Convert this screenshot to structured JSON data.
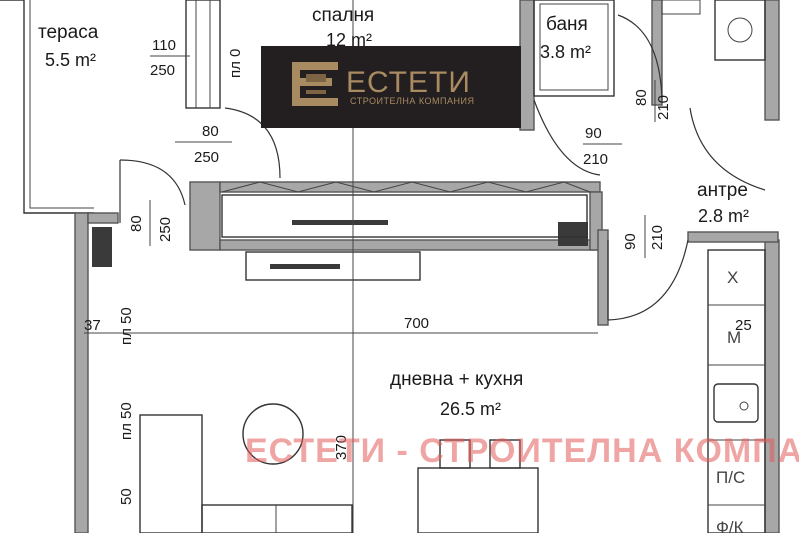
{
  "rooms": {
    "terrace": {
      "name": "тераса",
      "area": "5.5 m²"
    },
    "bedroom": {
      "name": "спалня",
      "area": "12 m²"
    },
    "bathroom": {
      "name": "баня",
      "area": "3.8 m²"
    },
    "hall": {
      "name": "антре",
      "area": "2.8 m²"
    },
    "living": {
      "name": "дневна + кухня",
      "area": "26.5 m²"
    }
  },
  "dimensions": {
    "terrace_door_w": "110",
    "terrace_door_h": "250",
    "terrace_door_sill": "пл 0",
    "bedroom_door_w": "80",
    "bedroom_door_h": "250",
    "left_window_w": "80",
    "left_window_h": "250",
    "bath_door_w": "80",
    "bath_door_h": "210",
    "bath_door2_w": "90",
    "bath_door2_h": "210",
    "entry_door_w": "90",
    "entry_door_h": "210",
    "living_width": "700",
    "living_depth": "370",
    "left_offset": "37",
    "left_mark_1": "пл 50",
    "left_mark_2": "пл 50",
    "left_mark_3": "50",
    "right_offset": "25"
  },
  "equipment": {
    "hood": "X",
    "dishwasher": "М",
    "fridge_freezer": "П/С",
    "freezer": "Ф/К"
  },
  "logo": {
    "name": "ЕСТЕТИ",
    "tagline": "СТРОИТЕЛНА КОМПАНИЯ"
  },
  "watermark": "ЕСТЕТИ - СТРОИТЕЛНА КОМПАНИЯ",
  "colors": {
    "wall": "#a7a7a7",
    "logo_bg": "#231f20",
    "logo_accent": "#a98b61",
    "watermark": "#e45b5b"
  }
}
